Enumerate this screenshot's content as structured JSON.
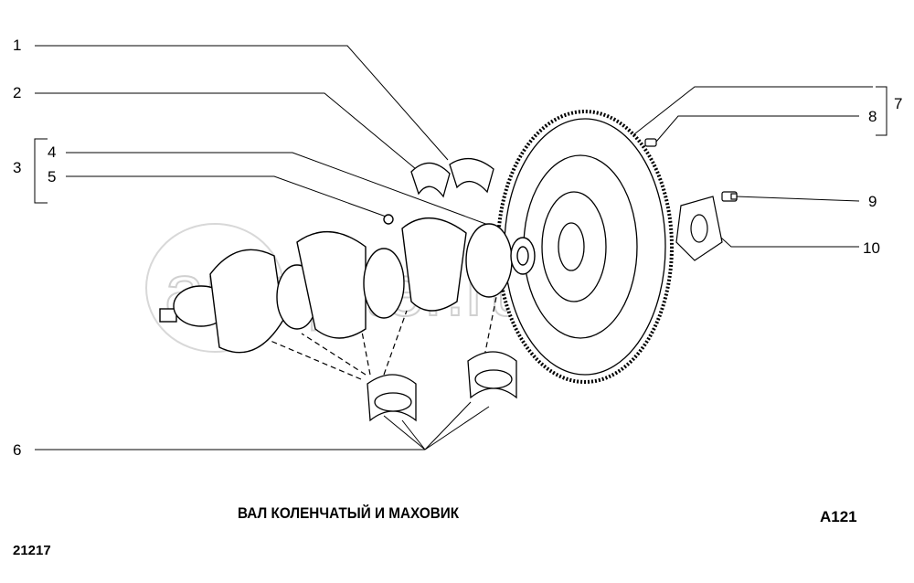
{
  "title": "ВАЛ КОЛЕНЧАТЫЙ И МАХОВИК",
  "diagram_code": "A121",
  "model": "21217",
  "watermark": "autopiter.ru",
  "callouts": [
    "1",
    "2",
    "3",
    "4",
    "5",
    "6",
    "7",
    "8",
    "9",
    "10"
  ]
}
